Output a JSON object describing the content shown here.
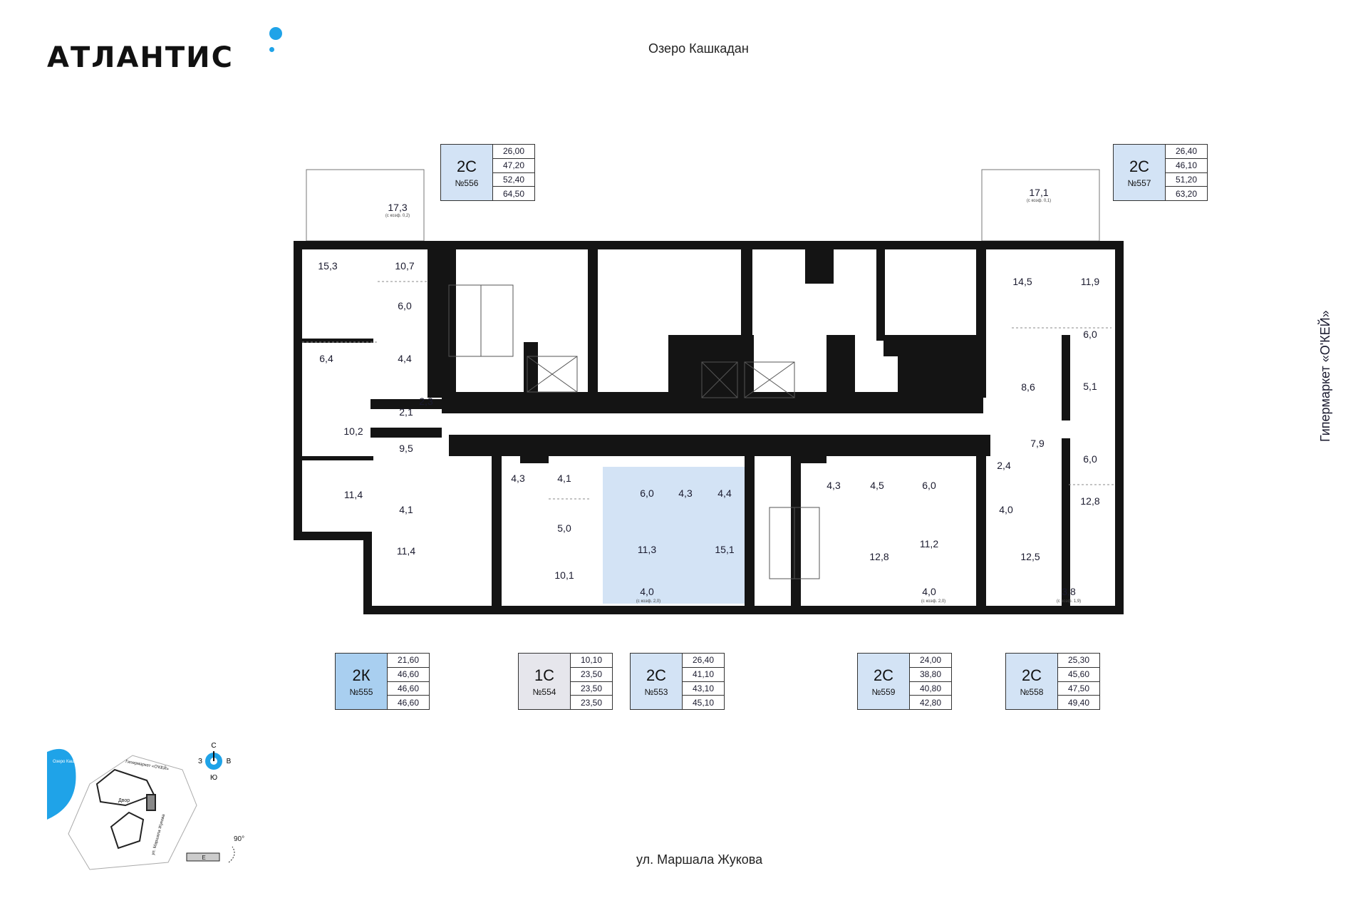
{
  "brand": "АТЛАНТИС",
  "labels": {
    "north": "Озеро Кашкадан",
    "south": "ул. Маршала Жукова",
    "east": "Гипермаркет «О'КЕЙ»"
  },
  "colors": {
    "accent": "#1fa3e8",
    "walls": "#141414",
    "highlight_2c": "#d3e3f5",
    "highlight_2k": "#a9cff0",
    "highlight_1c": "#e6e6ec"
  },
  "apartments": [
    {
      "type": "2С",
      "number": "№556",
      "values": [
        "26,00",
        "47,20",
        "52,40",
        "64,50"
      ]
    },
    {
      "type": "2С",
      "number": "№557",
      "values": [
        "26,40",
        "46,10",
        "51,20",
        "63,20"
      ]
    },
    {
      "type": "2К",
      "number": "№555",
      "values": [
        "21,60",
        "46,60",
        "46,60",
        "46,60"
      ]
    },
    {
      "type": "1С",
      "number": "№554",
      "values": [
        "10,10",
        "23,50",
        "23,50",
        "23,50"
      ]
    },
    {
      "type": "2С",
      "number": "№553",
      "values": [
        "26,40",
        "41,10",
        "43,10",
        "45,10"
      ]
    },
    {
      "type": "2С",
      "number": "№559",
      "values": [
        "24,00",
        "38,80",
        "40,80",
        "42,80"
      ]
    },
    {
      "type": "2С",
      "number": "№558",
      "values": [
        "25,30",
        "45,60",
        "47,50",
        "49,40"
      ]
    }
  ],
  "balconies": [
    {
      "area": "17,3",
      "note": "(с коэф. 0,2)"
    },
    {
      "area": "17,1",
      "note": "(с коэф. 0,1)"
    }
  ],
  "rooms": [
    "15,3",
    "10,7",
    "6,0",
    "6,4",
    "4,4",
    "2,3",
    "2,1",
    "10,2",
    "9,5",
    "11,4",
    "4,1",
    "11,4",
    "4,3",
    "4,1",
    "5,0",
    "10,1",
    "6,0",
    "11,3",
    "4,0",
    "4,3",
    "4,4",
    "15,1",
    "4,3",
    "4,5",
    "6,0",
    "12,8",
    "11,2",
    "4,0",
    "2,4",
    "4,0",
    "12,5",
    "3,8",
    "14,5",
    "11,9",
    "6,0",
    "8,6",
    "5,1",
    "7,9",
    "6,0",
    "12,8"
  ],
  "room_notes": {
    "n1": "(с коэф. 2,0)",
    "n2": "(с коэф. 2,0)",
    "n3": "(с коэф. 1,9)"
  },
  "minimap": {
    "lake": "Озеро Кашкадан",
    "okey": "Гипермаркет «О'КЕЙ»",
    "yard": "Двор",
    "street": "ул. Маршала Жукова",
    "section": "Е",
    "rotation": "90°"
  },
  "compass": {
    "n": "С",
    "s": "Ю",
    "w": "З",
    "e": "В"
  }
}
